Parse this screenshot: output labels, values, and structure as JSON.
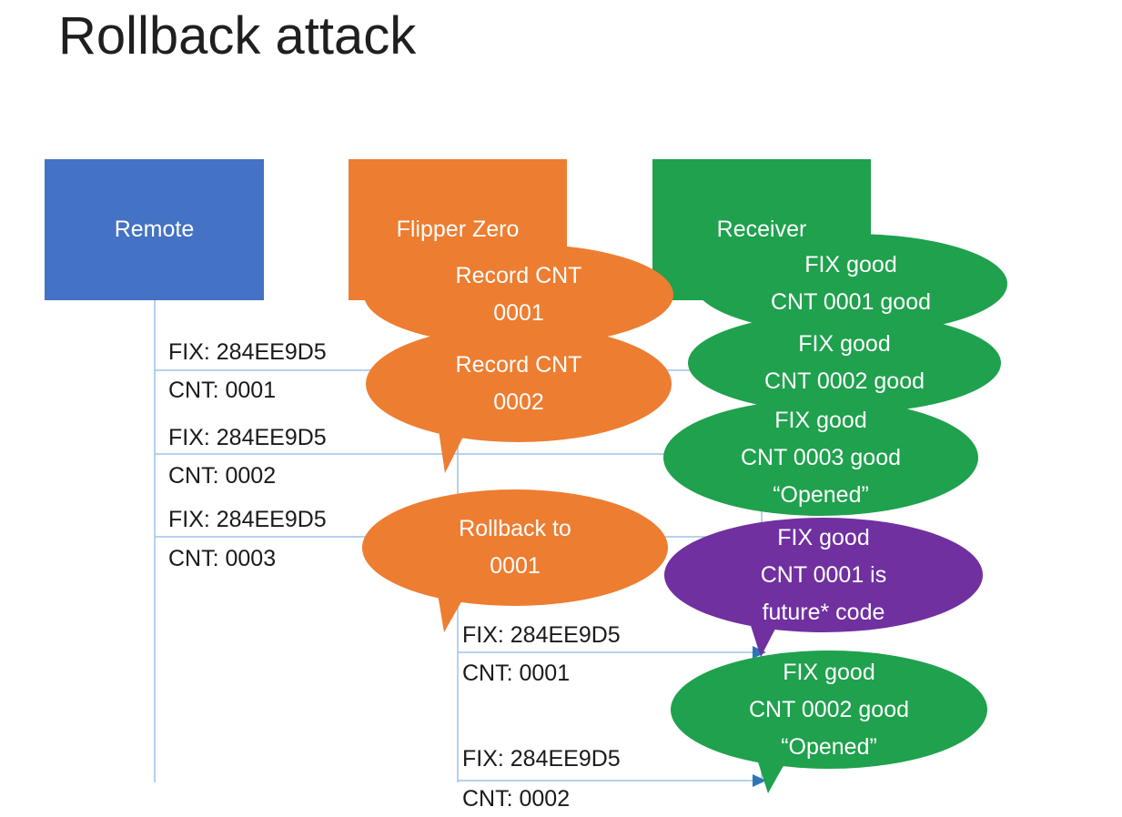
{
  "title": "Rollback attack",
  "actors": {
    "remote": {
      "label": "Remote",
      "color": "#4472C4"
    },
    "flipper": {
      "label": "Flipper Zero",
      "color": "#ED7D31"
    },
    "receiver": {
      "label": "Receiver",
      "color": "#1FA14D"
    }
  },
  "messages": [
    {
      "fix": "FIX: 284EE9D5",
      "cnt": "CNT: 0001"
    },
    {
      "fix": "FIX: 284EE9D5",
      "cnt": "CNT: 0002"
    },
    {
      "fix": "FIX: 284EE9D5",
      "cnt": "CNT: 0003"
    },
    {
      "fix": "FIX: 284EE9D5",
      "cnt": "CNT: 0001"
    },
    {
      "fix": "FIX: 284EE9D5",
      "cnt": "CNT: 0002"
    }
  ],
  "callouts": [
    {
      "color": "orange",
      "lines": [
        "Record CNT",
        "0001"
      ]
    },
    {
      "color": "orange",
      "lines": [
        "Record CNT",
        "0002"
      ]
    },
    {
      "color": "orange",
      "lines": [
        "Rollback to",
        "0001"
      ]
    },
    {
      "color": "green",
      "lines": [
        "FIX good",
        "CNT 0001 good"
      ]
    },
    {
      "color": "green",
      "lines": [
        "FIX good",
        "CNT 0002 good"
      ]
    },
    {
      "color": "green",
      "lines": [
        "FIX good",
        "CNT 0003 good",
        "“Opened”"
      ]
    },
    {
      "color": "purple",
      "lines": [
        "FIX good",
        "CNT 0001 is",
        "future* code"
      ]
    },
    {
      "color": "green",
      "lines": [
        "FIX good",
        "CNT 0002 good",
        "“Opened”"
      ]
    }
  ],
  "colors": {
    "blue": "#4472C4",
    "orange": "#ED7D31",
    "green": "#1FA14D",
    "purple": "#7030A0",
    "line": "#9DC3E6",
    "arrow": "#2E75B6",
    "title_text": "#1f1f1f"
  }
}
